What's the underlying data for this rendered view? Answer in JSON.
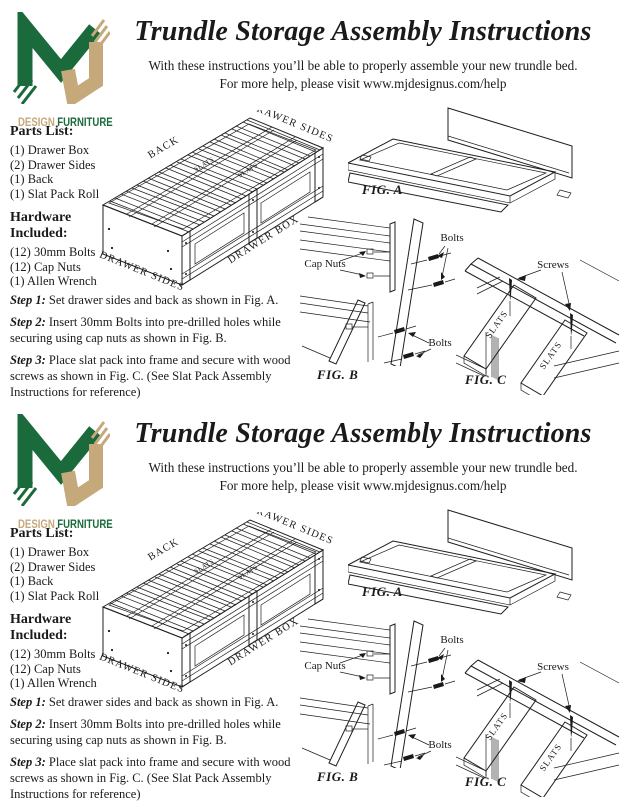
{
  "brand": {
    "design_label": "DESIGN",
    "furniture_label": "FURNITURE",
    "logo_green": "#1b6a3b",
    "logo_tan": "#c5a97b"
  },
  "header": {
    "title": "Trundle Storage Assembly Instructions",
    "subtitle_line1": "With these instructions you’ll be able to properly assemble your new trundle bed.",
    "subtitle_line2": "For more help, please visit www.mjdesignus.com/help"
  },
  "parts_list": {
    "heading": "Parts List:",
    "items": [
      "(1) Drawer Box",
      "(2) Drawer Sides",
      "(1) Back",
      "(1) Slat Pack Roll"
    ]
  },
  "hardware": {
    "heading": "Hardware Included:",
    "items": [
      "(12) 30mm Bolts",
      "(12) Cap Nuts",
      "(1) Allen Wrench"
    ]
  },
  "steps": [
    {
      "label": "Step 1:",
      "text": "Set drawer sides and back as shown in Fig. A."
    },
    {
      "label": "Step 2:",
      "text": "Insert 30mm Bolts into pre-drilled holes while securing using cap nuts as shown in Fig. B."
    },
    {
      "label": "Step 3:",
      "text": "Place slat pack into frame and secure with wood screws as shown in Fig. C. (See Slat Pack Assembly Instructions for reference)"
    }
  ],
  "figures": {
    "bed": {
      "back": "BACK",
      "drawer_sides_top": "DRAWER SIDES",
      "drawer_sides_left": "DRAWER SIDES",
      "drawer_box": "DRAWER BOX",
      "slats": "SLATS"
    },
    "fig_a": {
      "label": "FIG. A"
    },
    "fig_b": {
      "label": "FIG. B",
      "cap_nuts": "Cap Nuts",
      "bolts": "Bolts"
    },
    "fig_c": {
      "label": "FIG. C",
      "screws": "Screws",
      "slats": "SLATS"
    }
  }
}
